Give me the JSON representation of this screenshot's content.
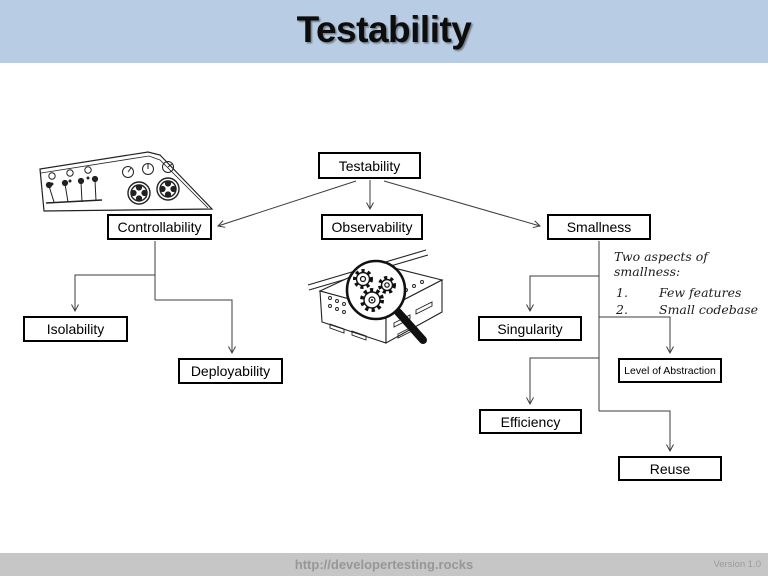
{
  "header": {
    "title": "Testability"
  },
  "diagram": {
    "nodes": [
      {
        "id": "testability",
        "label": "Testability"
      },
      {
        "id": "controllability",
        "label": "Controllability"
      },
      {
        "id": "observability",
        "label": "Observability"
      },
      {
        "id": "smallness",
        "label": "Smallness"
      },
      {
        "id": "isolability",
        "label": "Isolability"
      },
      {
        "id": "deployability",
        "label": "Deployability"
      },
      {
        "id": "singularity",
        "label": "Singularity"
      },
      {
        "id": "level-of-abstraction",
        "label": "Level of Abstraction"
      },
      {
        "id": "efficiency",
        "label": "Efficiency"
      },
      {
        "id": "reuse",
        "label": "Reuse"
      }
    ],
    "edges": [
      {
        "from": "testability",
        "to": "controllability"
      },
      {
        "from": "testability",
        "to": "observability"
      },
      {
        "from": "testability",
        "to": "smallness"
      },
      {
        "from": "controllability",
        "to": "isolability"
      },
      {
        "from": "controllability",
        "to": "deployability"
      },
      {
        "from": "smallness",
        "to": "singularity"
      },
      {
        "from": "smallness",
        "to": "level-of-abstraction"
      },
      {
        "from": "smallness",
        "to": "efficiency"
      },
      {
        "from": "smallness",
        "to": "reuse"
      }
    ],
    "annotation": {
      "title": "Two aspects of smallness:",
      "items": [
        {
          "num": "1.",
          "text": "Few features"
        },
        {
          "num": "2.",
          "text": "Small codebase"
        }
      ]
    },
    "icons": [
      "control-panel-icon",
      "magnifier-gears-icon"
    ]
  },
  "footer": {
    "url": "http://developertesting.rocks",
    "version": "Version 1.0"
  },
  "colors": {
    "header_bg": "#b8cce4",
    "footer_bg": "#c6c6c6",
    "box_border": "#000000",
    "connector": "#3d3d3d"
  }
}
